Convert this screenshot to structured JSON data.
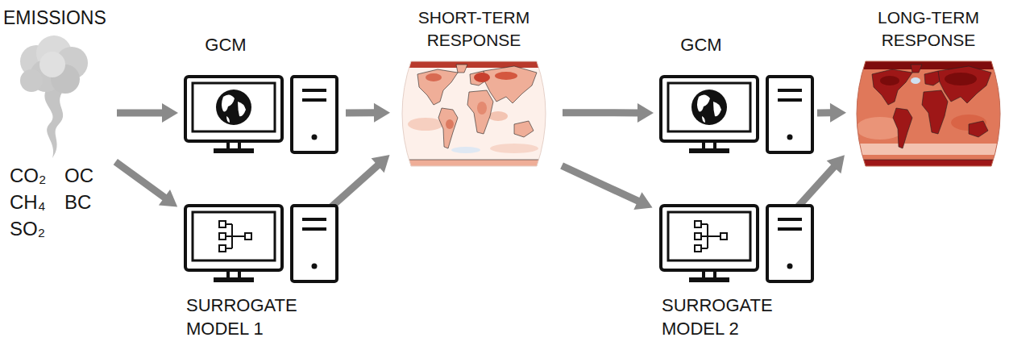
{
  "diagram": {
    "nodes": [
      {
        "text": [
          "EMISSIONS",
          "CO₂",
          "OC",
          "CH₄",
          "BC",
          "SO₂"
        ]
      },
      {
        "text": [
          "GCM"
        ]
      },
      {
        "text": [
          "SURROGATE MODEL 1"
        ]
      },
      {
        "text": [
          "SHORT-TERM RESPONSE"
        ]
      },
      {
        "text": [
          "GCM"
        ]
      },
      {
        "text": [
          "SURROGATE MODEL 2"
        ]
      },
      {
        "text": [
          "LONG-TERM RESPONSE"
        ]
      }
    ],
    "edges": [
      {
        "from": 0,
        "to": 1,
        "arrow": "to"
      },
      {
        "from": 0,
        "to": 2,
        "arrow": "to"
      },
      {
        "from": 1,
        "to": 3,
        "arrow": "to"
      },
      {
        "from": 2,
        "to": 3,
        "arrow": "to"
      },
      {
        "from": 3,
        "to": 4,
        "arrow": "to"
      },
      {
        "from": 3,
        "to": 5,
        "arrow": "to"
      },
      {
        "from": 4,
        "to": 6,
        "arrow": "to"
      },
      {
        "from": 5,
        "to": 6,
        "arrow": "to"
      }
    ]
  }
}
